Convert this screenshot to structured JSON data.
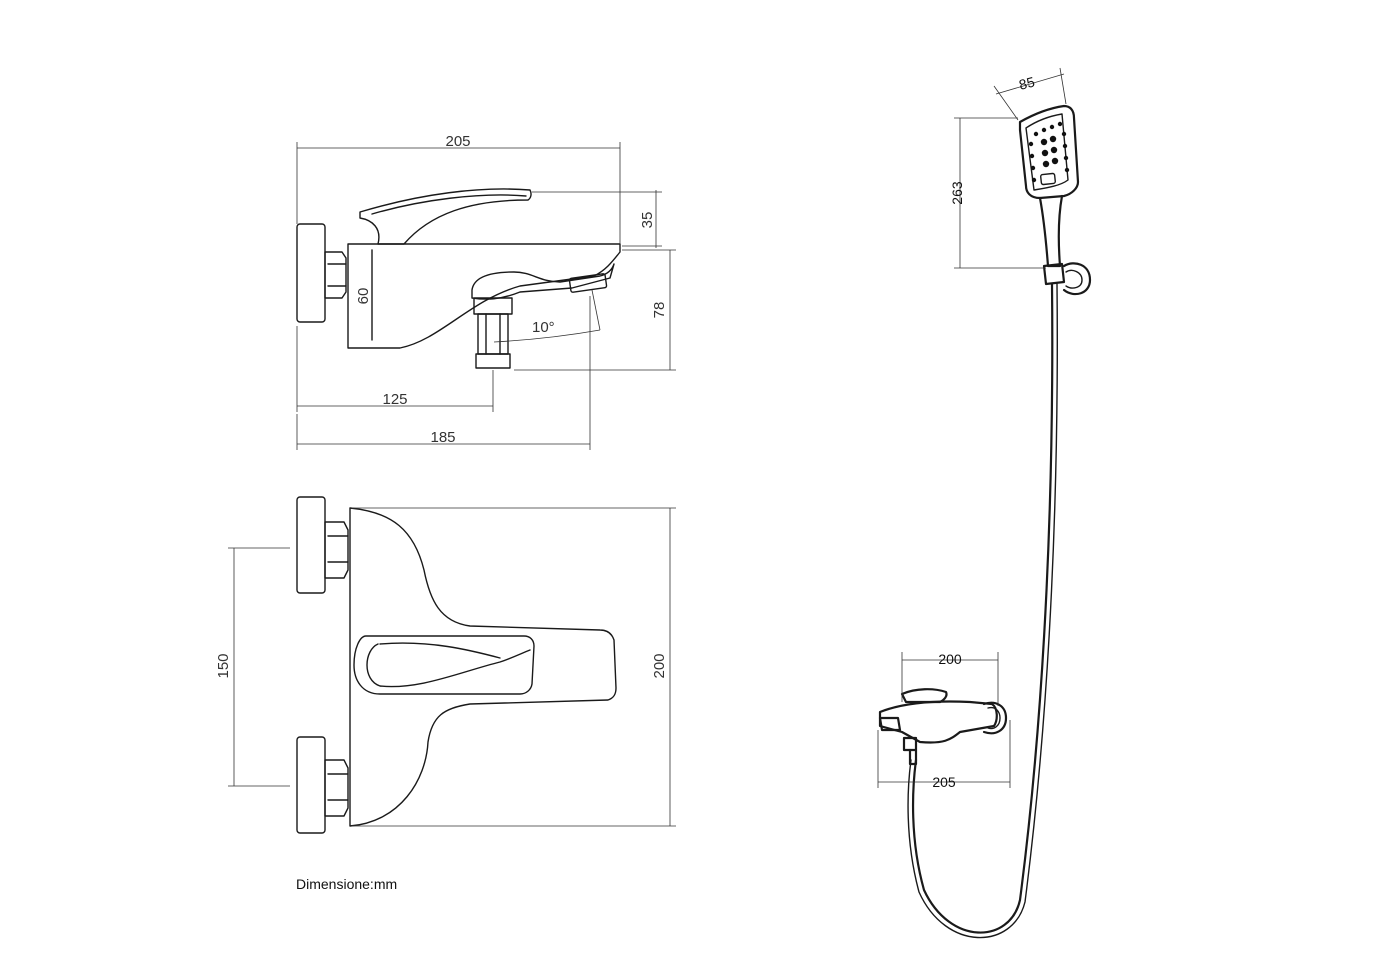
{
  "side_view": {
    "dim_width": "205",
    "dim_handle": "35",
    "dim_body": "60",
    "dim_height": "78",
    "dim_angle": "10°",
    "dim_outlet": "125",
    "dim_spout": "185"
  },
  "top_view": {
    "dim_centers": "150",
    "dim_depth": "200"
  },
  "shower_set": {
    "dim_head_width": "85",
    "dim_head_height": "263",
    "dim_mixer_top": "200",
    "dim_mixer_bottom": "205"
  },
  "units_note": "Dimensione:mm"
}
